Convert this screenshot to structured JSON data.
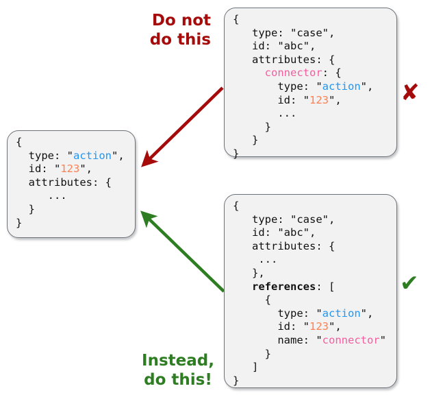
{
  "diagram": {
    "title_bad": "Do not\ndo this",
    "title_good": "Instead,\ndo this!",
    "mark_bad": "✘",
    "mark_good": "✔",
    "colors": {
      "bad": "#a50b0b",
      "good": "#2e7d22",
      "box_background": "#f2f2f2",
      "box_border": "#6d7278",
      "key_pink": "#f35e9e",
      "string_blue": "#2196f3",
      "string_orange": "#ff7f50"
    }
  },
  "boxes": {
    "left": {
      "name": "action-object",
      "lines": [
        [
          {
            "t": "{",
            "c": "plain"
          }
        ],
        [
          {
            "t": "  type: \"",
            "c": "plain"
          },
          {
            "t": "action",
            "c": "str-blue"
          },
          {
            "t": "\",",
            "c": "plain"
          }
        ],
        [
          {
            "t": "  id: \"",
            "c": "plain"
          },
          {
            "t": "123",
            "c": "str-orange"
          },
          {
            "t": "\",",
            "c": "plain"
          }
        ],
        [
          {
            "t": "  attributes: {",
            "c": "plain"
          }
        ],
        [
          {
            "t": "     ...",
            "c": "plain"
          }
        ],
        [
          {
            "t": "  }",
            "c": "plain"
          }
        ],
        [
          {
            "t": "}",
            "c": "plain"
          }
        ]
      ]
    },
    "top_right": {
      "name": "case-with-nested-connector",
      "lines": [
        [
          {
            "t": "{",
            "c": "plain"
          }
        ],
        [
          {
            "t": "   type: \"case\",",
            "c": "plain"
          }
        ],
        [
          {
            "t": "   id: \"abc\",",
            "c": "plain"
          }
        ],
        [
          {
            "t": "   attributes: {",
            "c": "plain"
          }
        ],
        [
          {
            "t": "     ",
            "c": "plain"
          },
          {
            "t": "connector",
            "c": "key-pink"
          },
          {
            "t": ": {",
            "c": "plain"
          }
        ],
        [
          {
            "t": "       type: \"",
            "c": "plain"
          },
          {
            "t": "action",
            "c": "str-blue"
          },
          {
            "t": "\",",
            "c": "plain"
          }
        ],
        [
          {
            "t": "       id: \"",
            "c": "plain"
          },
          {
            "t": "123",
            "c": "str-orange"
          },
          {
            "t": "\",",
            "c": "plain"
          }
        ],
        [
          {
            "t": "       ...",
            "c": "plain"
          }
        ],
        [
          {
            "t": "     }",
            "c": "plain"
          }
        ],
        [
          {
            "t": "   }",
            "c": "plain"
          }
        ],
        [
          {
            "t": "}",
            "c": "plain"
          }
        ]
      ]
    },
    "bottom_right": {
      "name": "case-with-references-array",
      "lines": [
        [
          {
            "t": "{",
            "c": "plain"
          }
        ],
        [
          {
            "t": "   type: \"case\",",
            "c": "plain"
          }
        ],
        [
          {
            "t": "   id: \"abc\",",
            "c": "plain"
          }
        ],
        [
          {
            "t": "   attributes: {",
            "c": "plain"
          }
        ],
        [
          {
            "t": "    ...",
            "c": "plain"
          }
        ],
        [
          {
            "t": "   },",
            "c": "plain"
          }
        ],
        [
          {
            "t": "   ",
            "c": "plain"
          },
          {
            "t": "references",
            "c": "bold"
          },
          {
            "t": ": [",
            "c": "plain"
          }
        ],
        [
          {
            "t": "     {",
            "c": "plain"
          }
        ],
        [
          {
            "t": "       type: \"",
            "c": "plain"
          },
          {
            "t": "action",
            "c": "str-blue"
          },
          {
            "t": "\",",
            "c": "plain"
          }
        ],
        [
          {
            "t": "       id: \"",
            "c": "plain"
          },
          {
            "t": "123",
            "c": "str-orange"
          },
          {
            "t": "\",",
            "c": "plain"
          }
        ],
        [
          {
            "t": "       name: \"",
            "c": "plain"
          },
          {
            "t": "connector",
            "c": "str-pink"
          },
          {
            "t": "\"",
            "c": "plain"
          }
        ],
        [
          {
            "t": "     }",
            "c": "plain"
          }
        ],
        [
          {
            "t": "   ]",
            "c": "plain"
          }
        ],
        [
          {
            "t": "}",
            "c": "plain"
          }
        ]
      ]
    }
  }
}
